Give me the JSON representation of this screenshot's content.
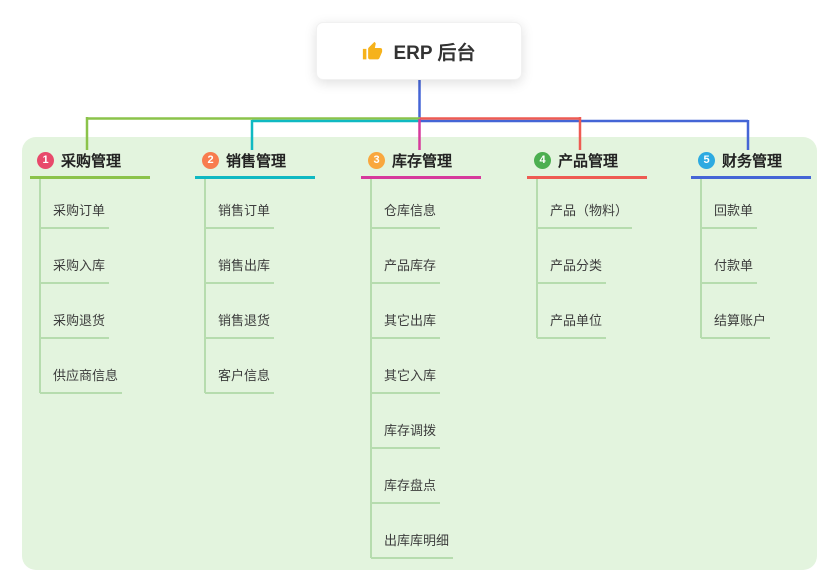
{
  "root": {
    "label": "ERP 后台",
    "icon": "thumbs-up"
  },
  "theme": {
    "canvas_bg": "#ffffff",
    "panel_bg": "#e3f4de",
    "connector": "#4565d6",
    "child_line": "#b6dcae",
    "icon_color": "#f6b21b",
    "title_color": "#222222",
    "child_text_color": "#3d3d3d"
  },
  "branches": [
    {
      "num": "1",
      "label": "采购管理",
      "color": "#8bc34a",
      "badge_color": "#e8496b",
      "children": [
        "采购订单",
        "采购入库",
        "采购退货",
        "供应商信息"
      ]
    },
    {
      "num": "2",
      "label": "销售管理",
      "color": "#0fb9c2",
      "badge_color": "#f87c4e",
      "children": [
        "销售订单",
        "销售出库",
        "销售退货",
        "客户信息"
      ]
    },
    {
      "num": "3",
      "label": "库存管理",
      "color": "#d63a9c",
      "badge_color": "#f9a73e",
      "children": [
        "仓库信息",
        "产品库存",
        "其它出库",
        "其它入库",
        "库存调拨",
        "库存盘点",
        "出库库明细"
      ]
    },
    {
      "num": "4",
      "label": "产品管理",
      "color": "#ee5b52",
      "badge_color": "#4caf50",
      "children": [
        "产品（物料）",
        "产品分类",
        "产品单位"
      ]
    },
    {
      "num": "5",
      "label": "财务管理",
      "color": "#4565d6",
      "badge_color": "#2daae1",
      "children": [
        "回款单",
        "付款单",
        "结算账户"
      ]
    }
  ]
}
